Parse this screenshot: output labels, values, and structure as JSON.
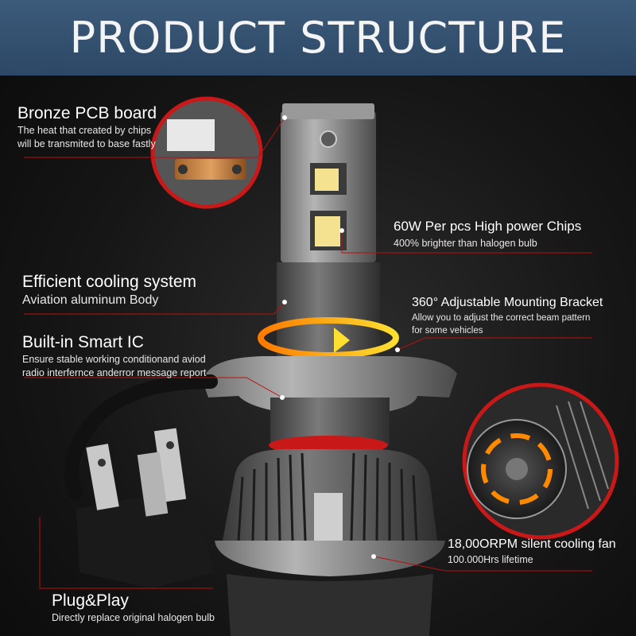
{
  "title": "PRODUCT STRUCTURE",
  "features": {
    "pcb": {
      "title": "Bronze PCB board",
      "desc1": "The heat that created by chips",
      "desc2": "will be transmited to base fastly"
    },
    "chips": {
      "title": "60W Per pcs High power Chips",
      "desc1": "400% brighter than halogen bulb"
    },
    "cooling": {
      "title": "Efficient cooling system",
      "desc1": "Aviation aluminum Body"
    },
    "bracket": {
      "title": "360° Adjustable Mounting Bracket",
      "desc1": "Allow you to adjust the correct beam pattern",
      "desc2": "for some vehicles"
    },
    "ic": {
      "title": "Built-in Smart IC",
      "desc1": "Ensure stable working conditionand aviod",
      "desc2": "radio interfernce anderror message report"
    },
    "fan": {
      "title": "18,00ORPM silent cooling fan",
      "desc1": "100.000Hrs lifetime"
    },
    "plug": {
      "title": "Plug&Play",
      "desc1": "Directly replace original halogen bulb"
    }
  },
  "colors": {
    "banner": "#34506e",
    "accent_red": "#d01818",
    "callout_red": "#b81010"
  }
}
